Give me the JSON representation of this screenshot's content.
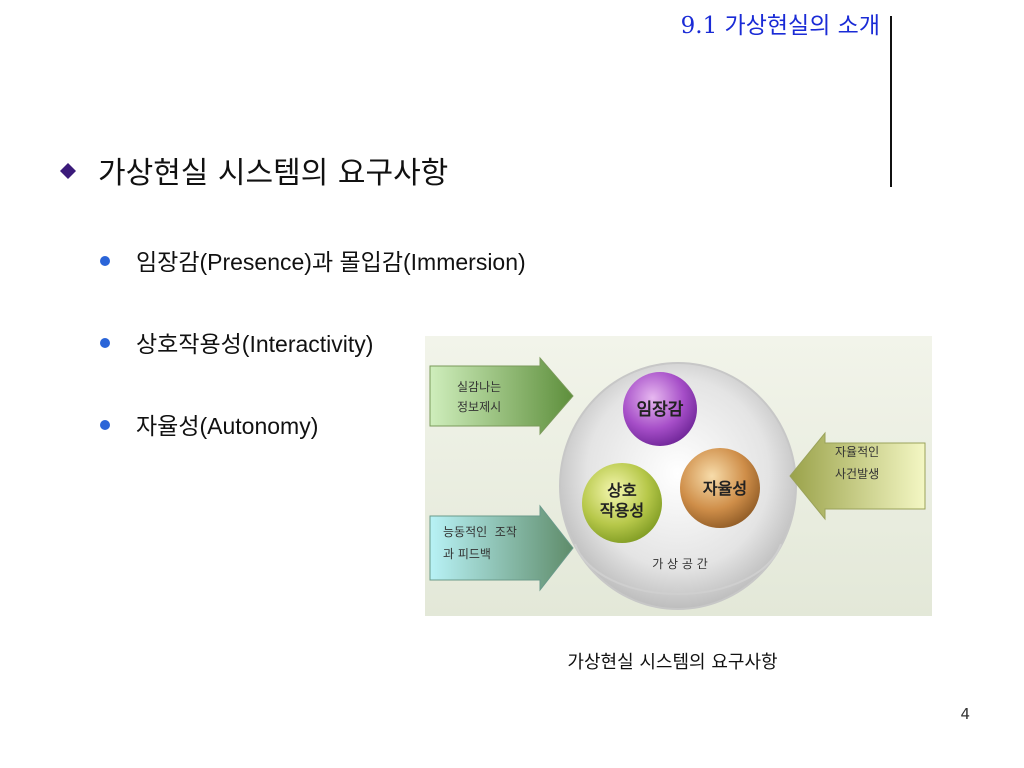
{
  "header": {
    "title": "9.1 가상현실의 소개"
  },
  "heading": "가상현실 시스템의 요구사항",
  "items": [
    {
      "label": "임장감(Presence)과 몰입감(Immersion)"
    },
    {
      "label": "상호작용성(Interactivity)"
    },
    {
      "label": "자율성(Autonomy)"
    }
  ],
  "diagram": {
    "circle_top": "임장감",
    "circle_left_line1": "상호",
    "circle_left_line2": "작용성",
    "circle_right": "자율성",
    "space_label": "가 상 공 간",
    "arrow_top_left_line1": "실감나는",
    "arrow_top_left_line2": "정보제시",
    "arrow_bottom_left_line1": "능동적인  조작",
    "arrow_bottom_left_line2": "과 피드백",
    "arrow_right_line1": "자율적인",
    "arrow_right_line2": "사건발생"
  },
  "caption": "가상현실 시스템의 요구사항",
  "page_number": "4",
  "colors": {
    "header_text": "#1a2bd6",
    "main_bullet": "#3b1a7a",
    "sub_bullet": "#2a64d8"
  }
}
